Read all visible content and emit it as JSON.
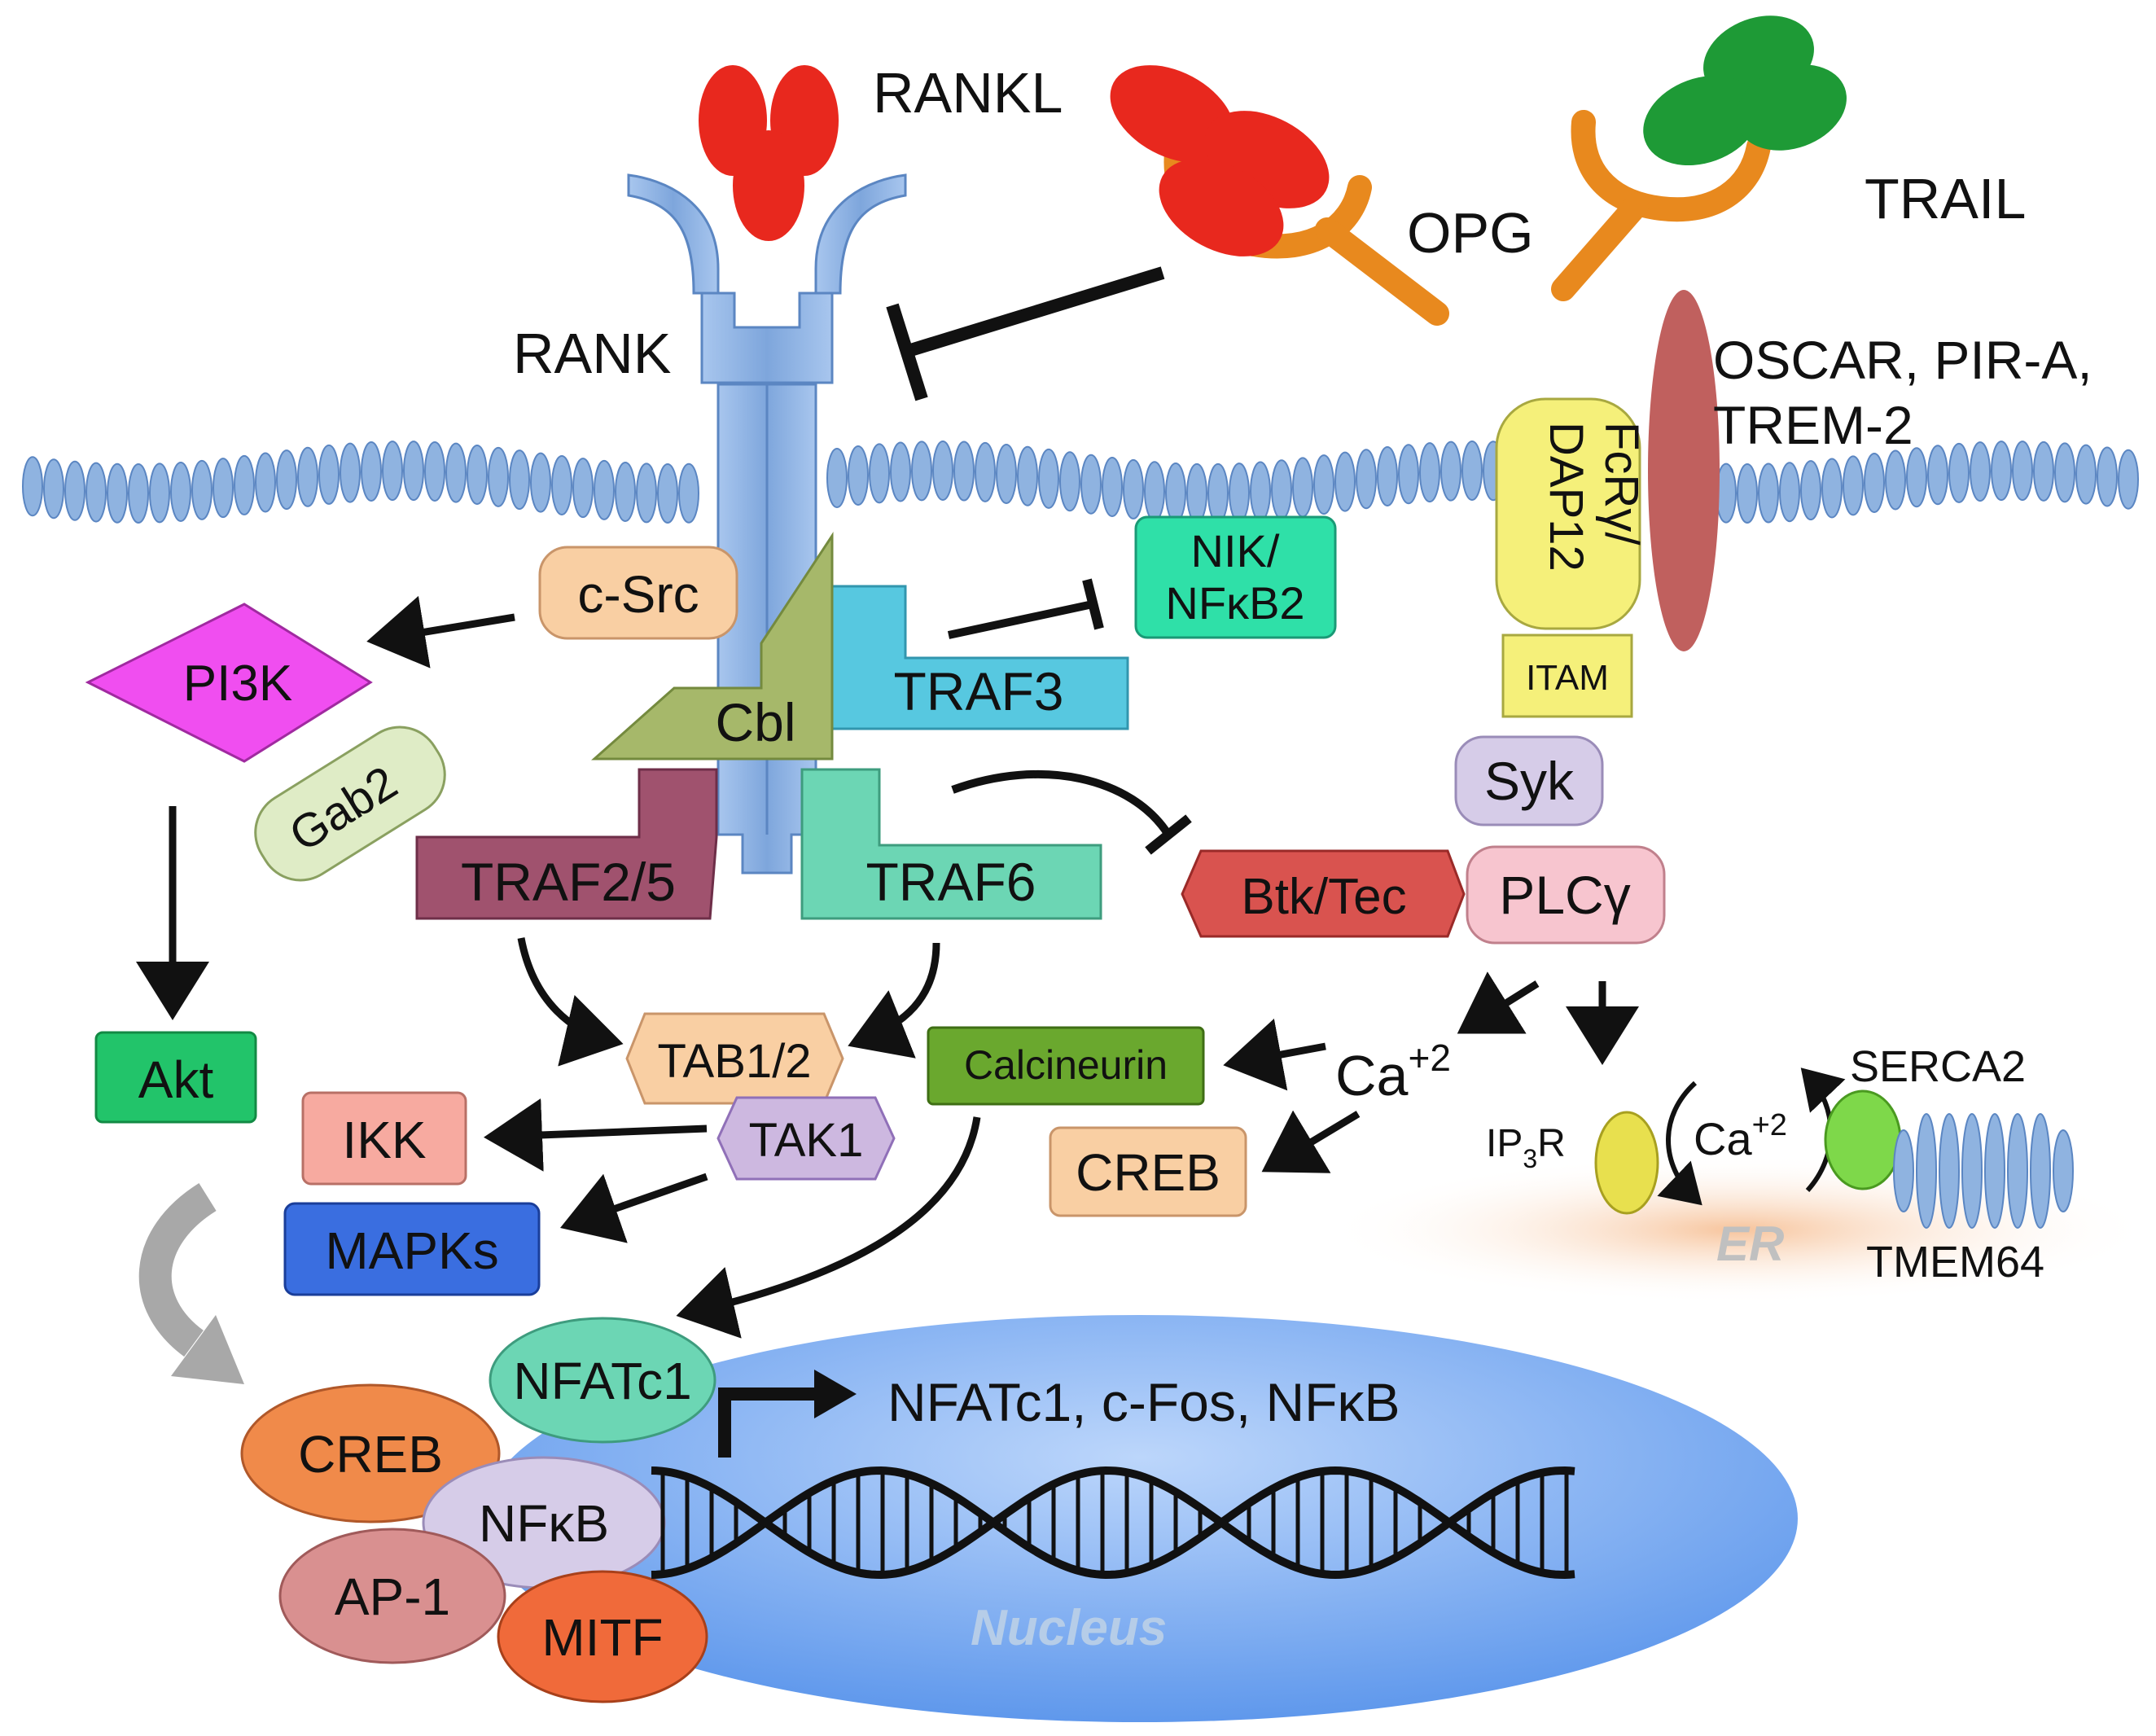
{
  "labels": {
    "rankl": "RANKL",
    "opg": "OPG",
    "trail": "TRAIL",
    "rank": "RANK",
    "oscar": "OSCAR, PIR-A,",
    "trem2": "TREM-2",
    "fcr_line1": "FcRγ/",
    "fcr_line2": "DAP12",
    "itam": "ITAM",
    "csrc": "c-Src",
    "nik_line1": "NIK/",
    "nik_line2": "NFκB2",
    "pi3k": "PI3K",
    "gab2": "Gab2",
    "cbl": "Cbl",
    "traf3": "TRAF3",
    "traf25": "TRAF2/5",
    "traf6": "TRAF6",
    "syk": "Syk",
    "btk": "Btk/Tec",
    "plcg": "PLCγ",
    "akt": "Akt",
    "tab12": "TAB1/2",
    "calcineurin": "Calcineurin",
    "ca_main": "Ca",
    "ca_main_sup": "+2",
    "ip3r_main": "IP",
    "ip3r_sub": "3",
    "ip3r_tail": "R",
    "ca_er": "Ca",
    "ca_er_sup": "+2",
    "serca2": "SERCA2",
    "ikk": "IKK",
    "tak1": "TAK1",
    "creb_cyto": "CREB",
    "mapks": "MAPKs",
    "er": "ER",
    "tmem64": "TMEM64",
    "nfatc1": "NFATc1",
    "genes": "NFATc1, c-Fos, NFκB",
    "creb_nuc": "CREB",
    "nfkb": "NFκB",
    "ap1": "AP-1",
    "mitf": "MITF",
    "nucleus": "Nucleus"
  },
  "colors": {
    "receptor": "#8fb3e0",
    "rankl": "#e8281e",
    "trail": "#1e9a36",
    "opg": "#e8891e",
    "oscar": "#c0605e",
    "fcr": "#f5f07a",
    "csrc": "#f9cfa3",
    "nik": "#2fe0a8",
    "pi3k": "#f04ef0",
    "gab2": "#dfecc6",
    "cbl": "#a6b86a",
    "traf3": "#57c8e0",
    "traf25": "#a0526e",
    "traf6": "#6cd6b4",
    "syk": "#d6cce8",
    "btk": "#d9534f",
    "plcg": "#f7c5cf",
    "akt": "#22c46a",
    "tab12": "#f9cfa3",
    "calcineurin": "#6aa82e",
    "ikk": "#f7aaa0",
    "tak1": "#cdb8e0",
    "creb": "#f9cfa3",
    "mapks": "#3a6ee0",
    "ip3r": "#e8e04e",
    "serca2": "#7ed84a",
    "er": "#f7c49c",
    "nucleus": "#6fa6ee",
    "nfatc1": "#6cd6b4",
    "creb_nuc": "#f08a4a",
    "nfkb": "#d6cce8",
    "ap1": "#d99090",
    "mitf": "#f06a3a"
  }
}
